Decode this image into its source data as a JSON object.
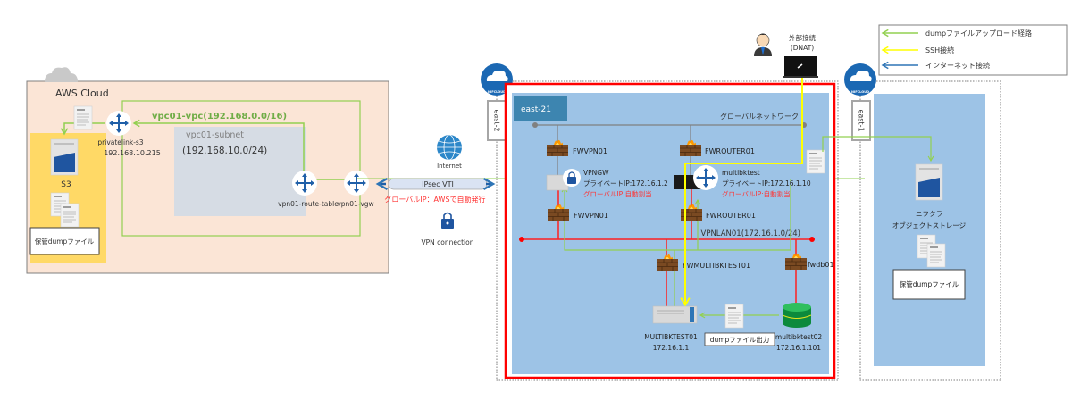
{
  "legend": {
    "items": [
      {
        "label": "dumpファイルアップロード経路",
        "color": "#92d050"
      },
      {
        "label": "SSH接続",
        "color": "#ffff00"
      },
      {
        "label": "インターネット接続",
        "color": "#2e75b6"
      }
    ]
  },
  "aws": {
    "cloud_label": "AWS Cloud",
    "vpc_label": "vpc01-vpc(192.168.0.0/16)",
    "subnet_name": "vpc01-subnet",
    "subnet_cidr": "(192.168.10.0/24)",
    "privatelink_name": "privatelink-s3",
    "privatelink_ip": "192.168.10.215",
    "s3_label": "S3",
    "stored_dump_label": "保管dumpファイル",
    "route_table_label": "vpn01-route-table",
    "vgw_label": "vpn01-vgw"
  },
  "connection": {
    "internet_label": "Internet",
    "ipsec_label": "IPsec VTI",
    "global_ip_note": "グローバルIP：AWSで自動発行",
    "vpn_connection_label": "VPN connection"
  },
  "external": {
    "label_line1": "外部接続",
    "label_line2": "(DNAT)"
  },
  "nifcloud_left": {
    "logo_text": "NIFCLOUD",
    "zone": "east-2",
    "region_label": "east-21",
    "global_network_label": "グローバルネットワーク",
    "fw_vpn_top": "FWVPN01",
    "fw_router_top": "FWROUTER01",
    "vpngw_name": "VPNGW",
    "vpngw_private_ip": "プライベートIP:172.16.1.2",
    "vpngw_global_ip": "グローバルIP:自動割当",
    "router_name": "multibktest",
    "router_private_ip": "プライベートIP:172.16.1.10",
    "router_global_ip": "グローバルIP:自動割当",
    "fw_vpn_bottom": "FWVPN01",
    "fw_router_bottom": "FWROUTER01",
    "lan_label": "VPNLAN01(172.16.1.0/24)",
    "fw_multi": "FWMULTIBKTEST01",
    "fw_db": "fwdb01",
    "server_name": "MULTIBKTEST01",
    "server_ip": "172.16.1.1",
    "dump_output_label": "dumpファイル出力",
    "db_name": "multibktest02",
    "db_ip": "172.16.1.101"
  },
  "nifcloud_right": {
    "logo_text": "NIFCLOUD",
    "zone": "east-1",
    "storage_line1": "ニフクラ",
    "storage_line2": "オブジェクトストレージ",
    "stored_dump_label": "保管dumpファイル"
  }
}
